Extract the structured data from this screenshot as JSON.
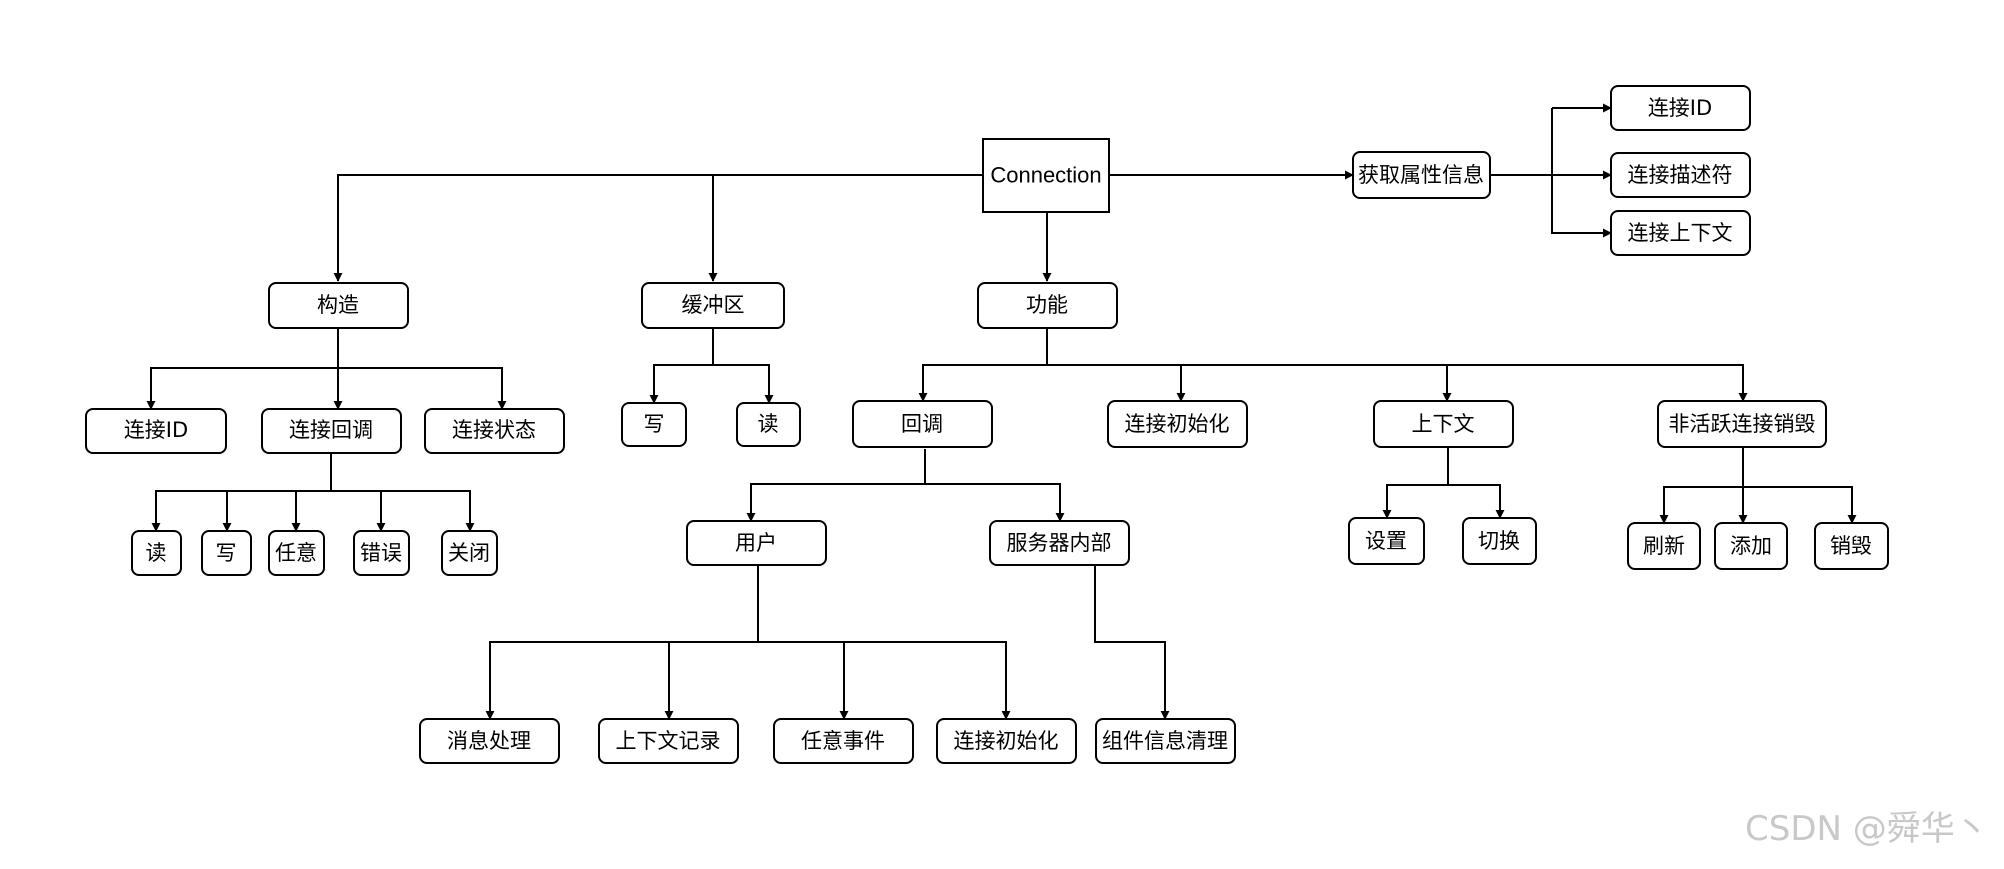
{
  "nodes": {
    "root": "Connection",
    "attr": "获取属性信息",
    "attr_id": "连接ID",
    "attr_desc": "连接描述符",
    "attr_ctx": "连接上下文",
    "build": "构造",
    "buffer": "缓冲区",
    "func": "功能",
    "build_id": "连接ID",
    "build_cb": "连接回调",
    "build_state": "连接状态",
    "cb_read": "读",
    "cb_write": "写",
    "cb_any": "任意",
    "cb_error": "错误",
    "cb_close": "关闭",
    "buf_write": "写",
    "buf_read": "读",
    "func_cb": "回调",
    "func_init": "连接初始化",
    "func_ctx": "上下文",
    "func_inactive": "非活跃连接销毁",
    "user": "用户",
    "server": "服务器内部",
    "user_msg": "消息处理",
    "user_ctx": "上下文记录",
    "user_any": "任意事件",
    "user_init": "连接初始化",
    "server_clean": "组件信息清理",
    "ctx_set": "设置",
    "ctx_switch": "切换",
    "ina_refresh": "刷新",
    "ina_add": "添加",
    "ina_destroy": "销毁"
  },
  "watermark": "CSDN @舜华丶"
}
